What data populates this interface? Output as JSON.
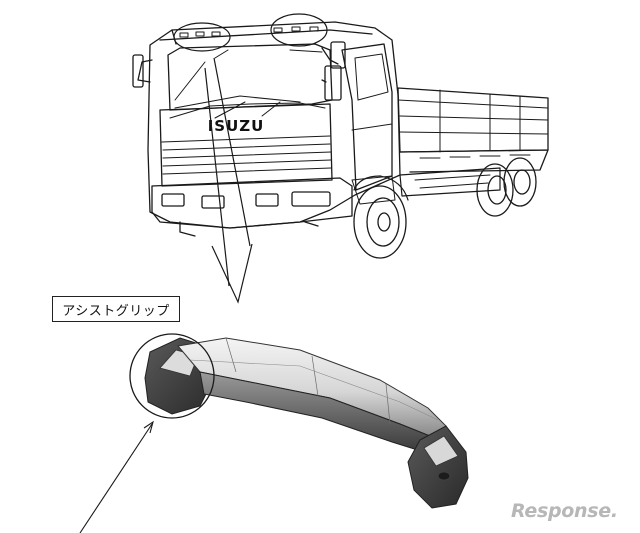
{
  "diagram": {
    "callout_label": "アシストグリップ",
    "truck_brand": "ISUZU"
  },
  "watermark": {
    "text": "Response."
  },
  "colors": {
    "line": "#1a1a1a",
    "grip_light": "#e8e8e8",
    "grip_mid": "#a8a8a8",
    "grip_dark": "#3c3c3c",
    "watermark": "#b7b7b7"
  }
}
